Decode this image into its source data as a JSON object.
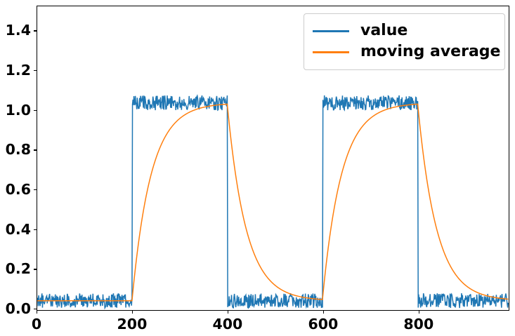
{
  "chart": {
    "type": "line",
    "title": "",
    "xlabel": "",
    "ylabel": ""
  },
  "legend": {
    "position": "upper right",
    "entries": [
      {
        "label": "value",
        "color": "#1f77b4"
      },
      {
        "label": "moving average",
        "color": "#ff7f0e"
      }
    ]
  },
  "axes": {
    "xticks": [
      "0",
      "200",
      "400",
      "600",
      "800"
    ],
    "yticks": [
      "0.0",
      "0.2",
      "0.4",
      "0.6",
      "0.8",
      "1.0",
      "1.2",
      "1.4"
    ]
  },
  "chart_data": {
    "type": "line",
    "title": "",
    "xlabel": "",
    "ylabel": "",
    "xlim": [
      0,
      990
    ],
    "ylim": [
      -0.01,
      1.525
    ],
    "xticks": [
      0,
      200,
      400,
      600,
      800
    ],
    "yticks": [
      0.0,
      0.2,
      0.4,
      0.6,
      0.8,
      1.0,
      1.2,
      1.4
    ],
    "xtick_labels": [
      "0",
      "200",
      "400",
      "600",
      "800"
    ],
    "ytick_labels": [
      "0.0",
      "0.2",
      "0.4",
      "0.6",
      "0.8",
      "1.0",
      "1.2",
      "1.4"
    ],
    "grid": false,
    "legend_position": "upper right",
    "n_points": 990,
    "series": [
      {
        "name": "value",
        "color": "#1f77b4",
        "linewidth": 1.5,
        "description": "noisy square wave: alternating low and high plateaus switching every 200 samples, with uniform high-frequency noise riding on each plateau",
        "waveform": "square",
        "period": 400,
        "duty_cycle": 0.5,
        "low_level": 0.0,
        "high_level": 1.0,
        "noise_amplitude": 0.075,
        "low_band": [
          0.0,
          0.075
        ],
        "high_band": [
          1.0,
          1.075
        ],
        "transitions": [
          {
            "x": 200,
            "edge": "rising"
          },
          {
            "x": 400,
            "edge": "falling"
          },
          {
            "x": 600,
            "edge": "rising"
          },
          {
            "x": 800,
            "edge": "falling"
          }
        ],
        "segments": [
          {
            "x_start": 0,
            "x_end": 200,
            "level": "low",
            "mean": 0.037
          },
          {
            "x_start": 200,
            "x_end": 400,
            "level": "high",
            "mean": 1.037
          },
          {
            "x_start": 400,
            "x_end": 600,
            "level": "low",
            "mean": 0.037
          },
          {
            "x_start": 600,
            "x_end": 800,
            "level": "high",
            "mean": 1.037
          },
          {
            "x_start": 800,
            "x_end": 990,
            "level": "low",
            "mean": 0.037
          }
        ]
      },
      {
        "name": "moving average",
        "color": "#ff7f0e",
        "linewidth": 1.5,
        "description": "exponential moving average of value; lags each step transition with an exponential rise/decay of about 40-sample time constant, asymptoting to the plateau mean",
        "time_constant": 40,
        "asymptote_low": 0.037,
        "asymptote_high": 1.032,
        "keypoints_x": [
          0,
          100,
          200,
          220,
          240,
          260,
          280,
          300,
          340,
          380,
          400,
          420,
          440,
          460,
          480,
          500,
          540,
          580,
          600,
          620,
          640,
          660,
          680,
          700,
          740,
          780,
          800,
          820,
          840,
          860,
          880,
          920,
          960,
          990
        ],
        "keypoints_y": [
          0.025,
          0.037,
          0.037,
          0.43,
          0.68,
          0.82,
          0.9,
          0.95,
          1.0,
          1.025,
          1.032,
          0.64,
          0.4,
          0.25,
          0.16,
          0.11,
          0.06,
          0.042,
          0.037,
          0.43,
          0.68,
          0.82,
          0.9,
          0.95,
          1.0,
          1.025,
          1.032,
          0.64,
          0.4,
          0.25,
          0.16,
          0.075,
          0.045,
          0.04
        ]
      }
    ]
  }
}
